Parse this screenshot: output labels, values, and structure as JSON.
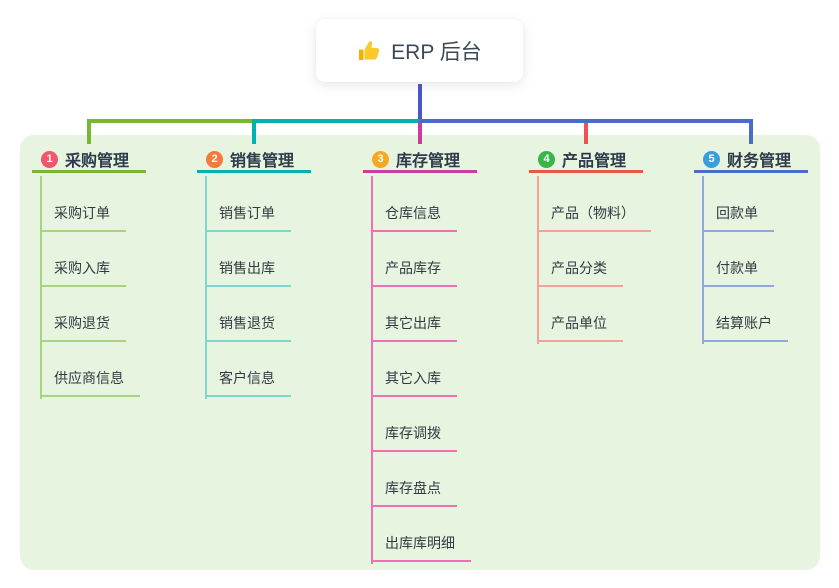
{
  "root": {
    "title": "ERP 后台",
    "icon": "thumbs-up-icon"
  },
  "connector": {
    "root_line_color": "#4b56c4"
  },
  "panel": {
    "background_color": "#e6f4e0"
  },
  "branches": [
    {
      "number": "1",
      "label": "采购管理",
      "color_main": "#76b930",
      "color_light": "#a9d47f",
      "color_badge": "#f2566c",
      "items": [
        "采购订单",
        "采购入库",
        "采购退货",
        "供应商信息"
      ]
    },
    {
      "number": "2",
      "label": "销售管理",
      "color_main": "#00b2b0",
      "color_light": "#7fd6cf",
      "color_badge": "#f57b3c",
      "items": [
        "销售订单",
        "销售出库",
        "销售退货",
        "客户信息"
      ]
    },
    {
      "number": "3",
      "label": "库存管理",
      "color_main": "#ca3c9e",
      "color_light": "#ee6fb2",
      "color_badge": "#f8a81c",
      "items": [
        "仓库信息",
        "产品库存",
        "其它出库",
        "其它入库",
        "库存调拨",
        "库存盘点",
        "出库库明细"
      ]
    },
    {
      "number": "4",
      "label": "产品管理",
      "color_main": "#f0534f",
      "color_light": "#f7a19b",
      "color_badge": "#3ab54a",
      "items": [
        "产品（物料）",
        "产品分类",
        "产品单位"
      ]
    },
    {
      "number": "5",
      "label": "财务管理",
      "color_main": "#4a6cc5",
      "color_light": "#8fa9dd",
      "color_badge": "#37a0dc",
      "items": [
        "回款单",
        "付款单",
        "结算账户"
      ]
    }
  ]
}
